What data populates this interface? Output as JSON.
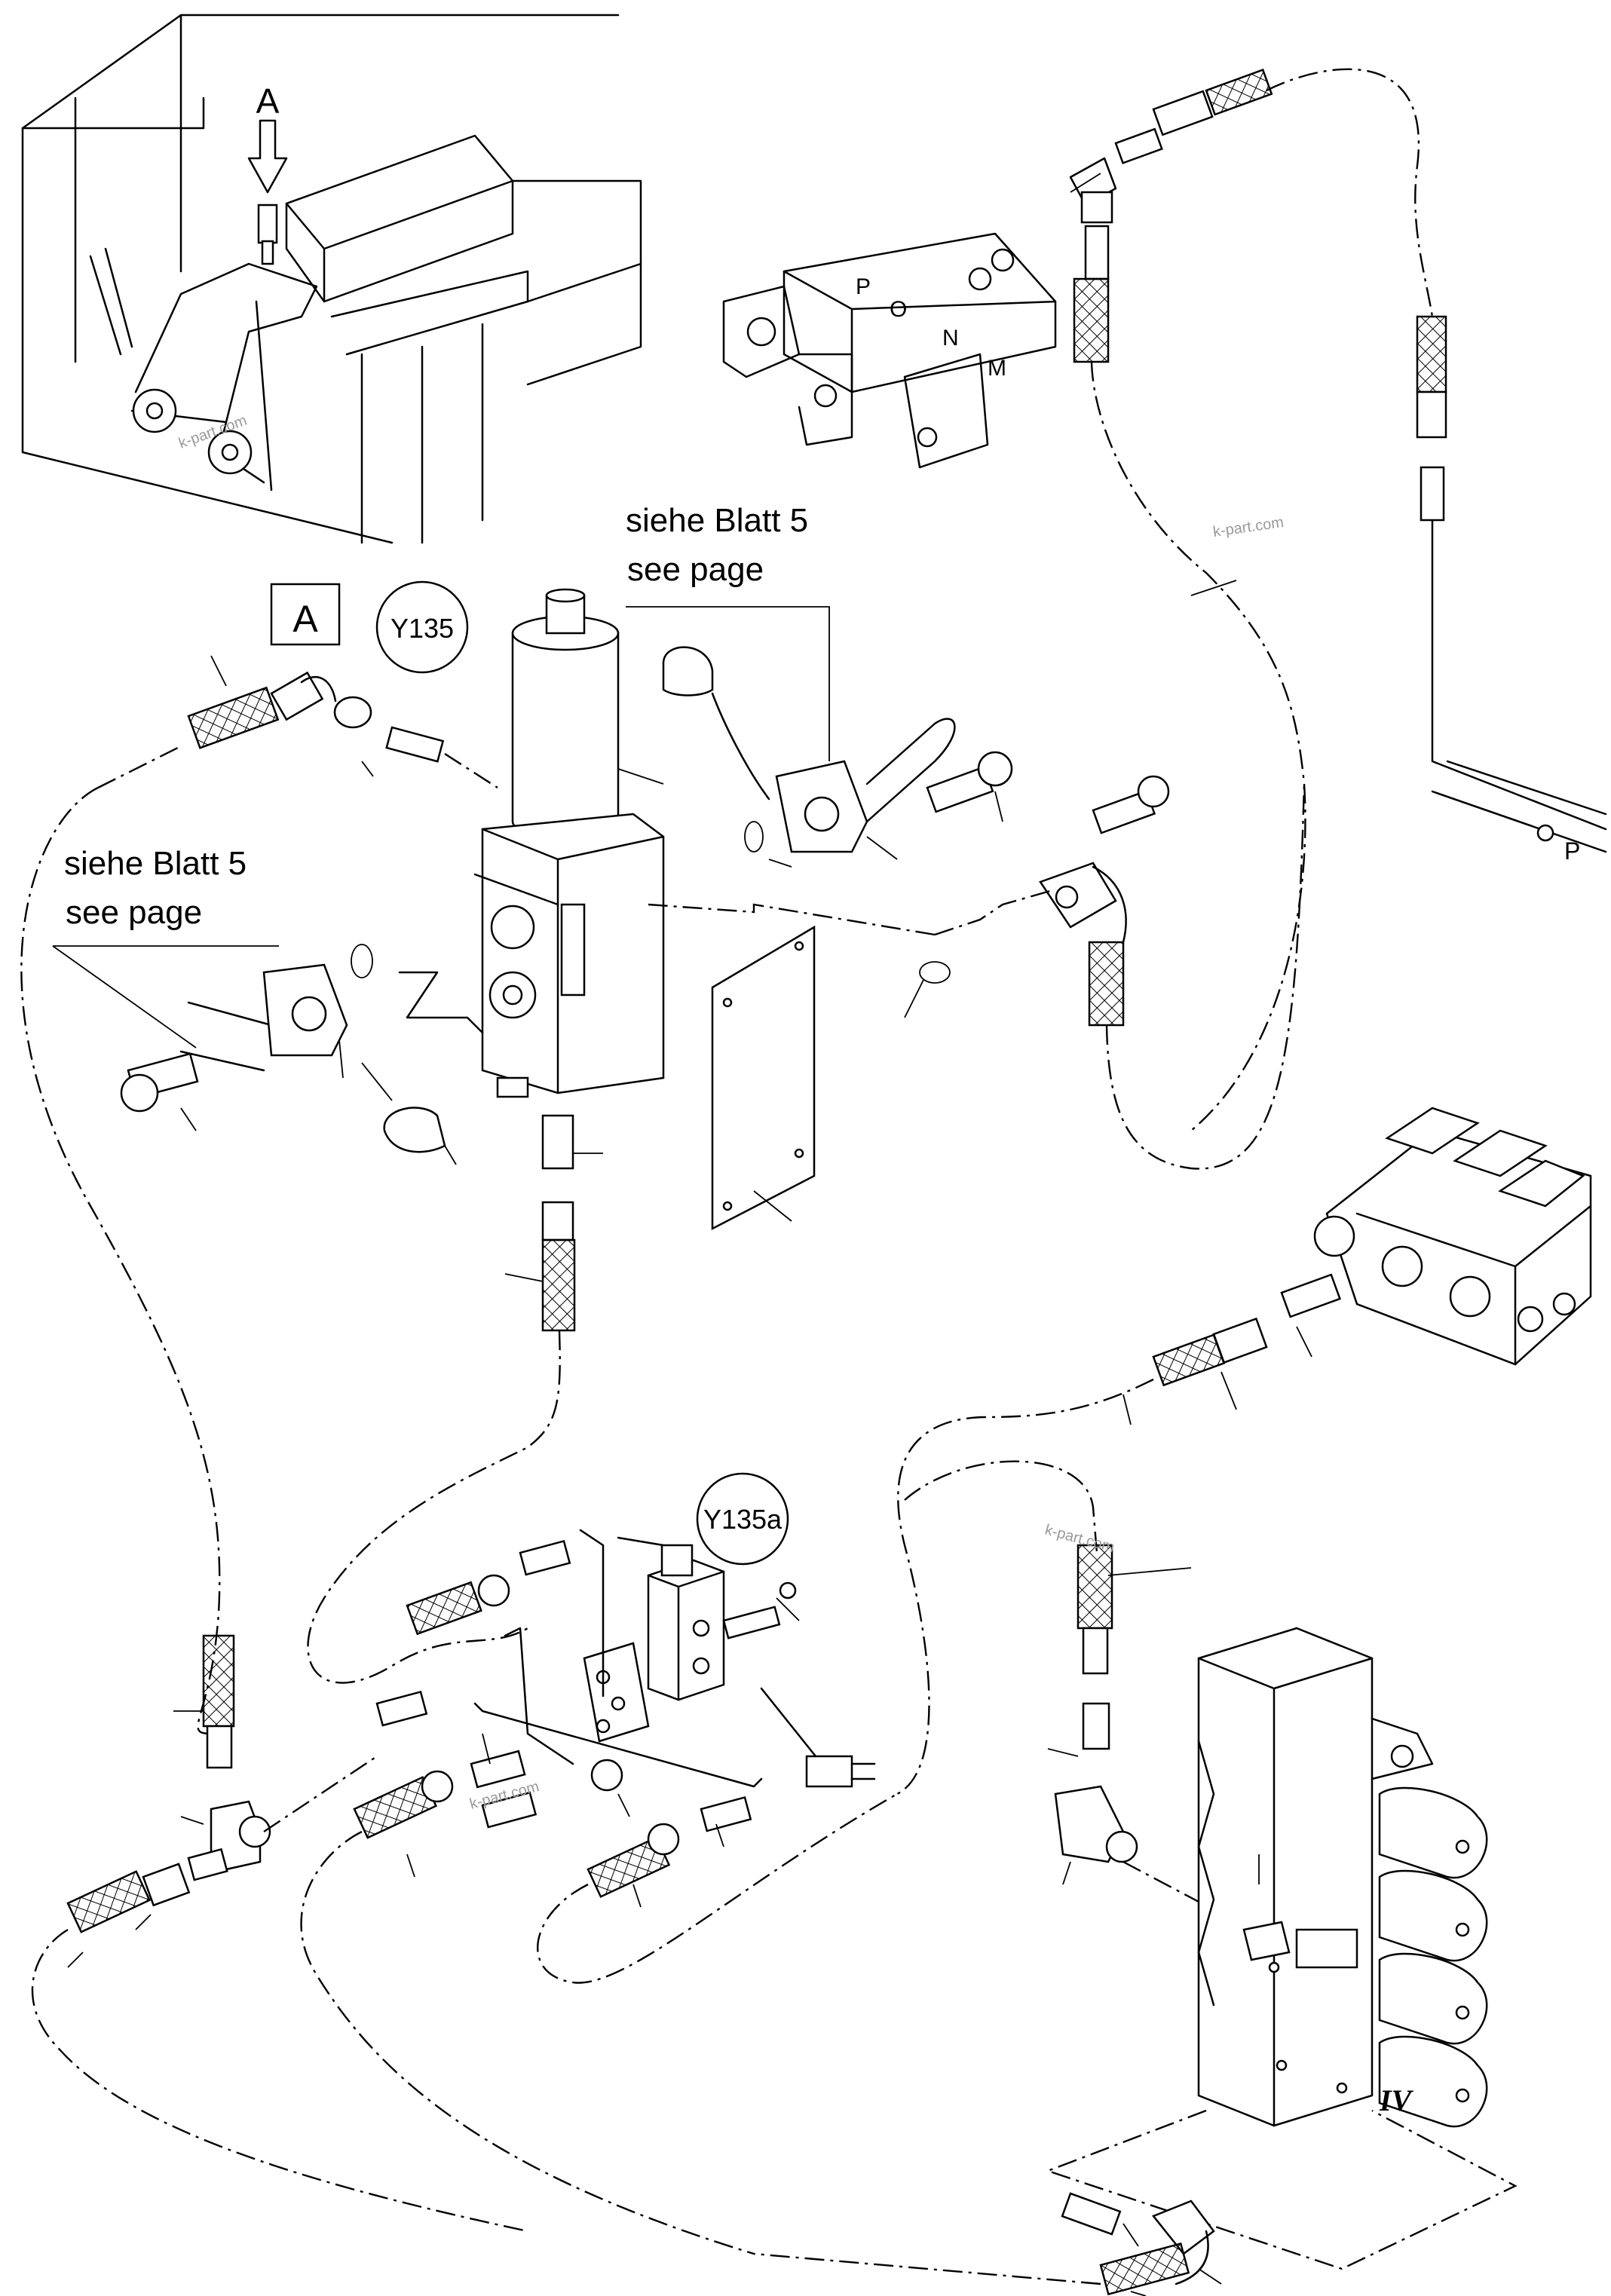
{
  "view_marker": "A",
  "components": {
    "main_valve": "Y135",
    "solenoid_valve": "Y135a"
  },
  "references": [
    {
      "line1": "siehe Blatt 5",
      "line2": "see page"
    },
    {
      "line1": "siehe Blatt 5",
      "line2": "see page"
    }
  ],
  "port_labels": [
    "P",
    "O",
    "N",
    "M"
  ],
  "connection_label": "P",
  "block_number": "IV",
  "watermarks": [
    "k-part.com",
    "k-part.com",
    "k-part.com",
    "k-part.com"
  ],
  "colors": {
    "line": "#000000",
    "background": "#ffffff",
    "watermark": "#9a9a9a"
  }
}
